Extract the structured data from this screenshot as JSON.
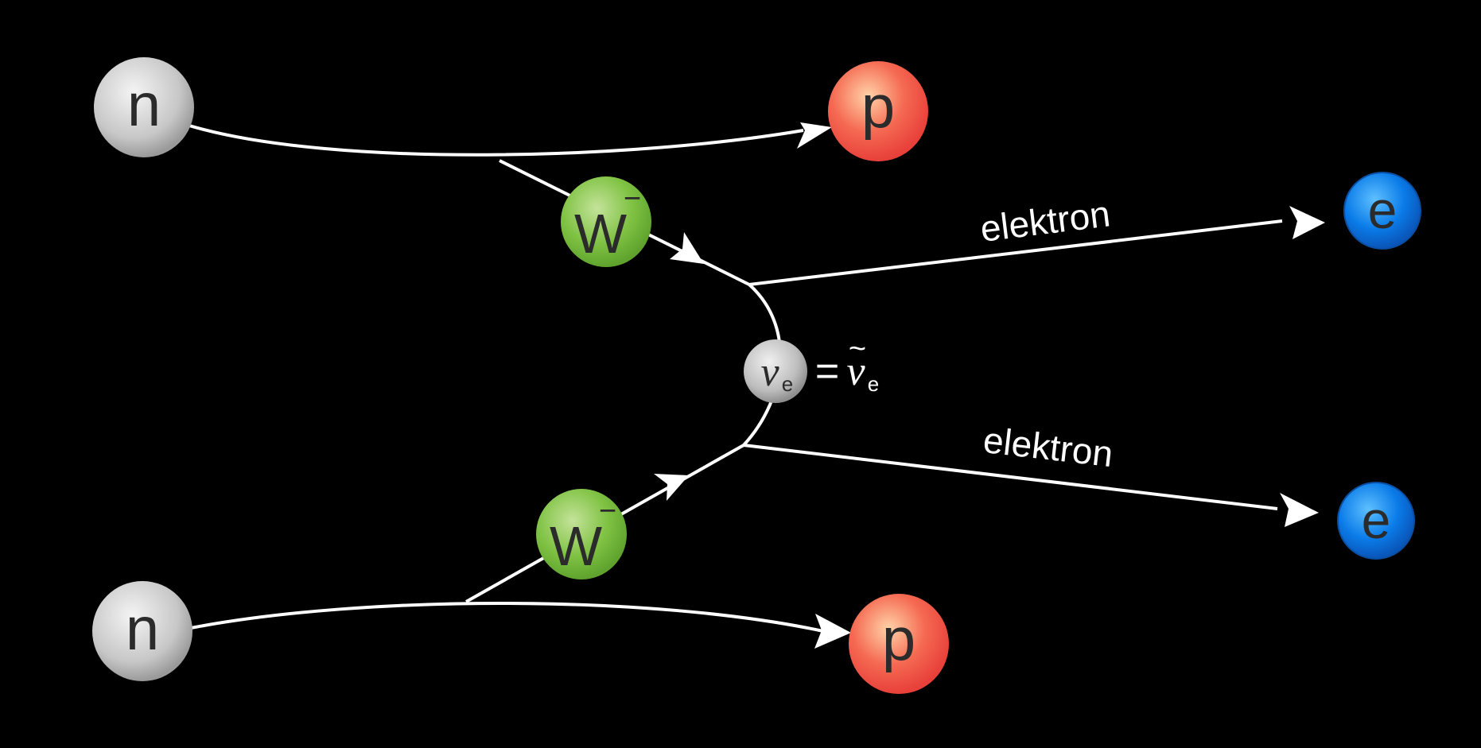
{
  "particles": {
    "neutron_top": "n",
    "neutron_bottom": "n",
    "proton_top": "p",
    "proton_bottom": "p",
    "w_top": "W",
    "w_bottom": "W",
    "w_charge": "−",
    "electron_top": "e",
    "electron_bottom": "e",
    "neutrino_symbol": "ν",
    "neutrino_subscript": "e",
    "equals": "=",
    "antineutrino_tilde": "~"
  },
  "labels": {
    "electron_top": "elektron",
    "electron_bottom": "elektron"
  },
  "colors": {
    "background": "#000000",
    "neutron": "#c9c9c9",
    "proton": "#f25a46",
    "w_boson": "#7cc242",
    "electron": "#0a7be8",
    "neutrino": "#bdbdbd",
    "line": "#ffffff"
  }
}
